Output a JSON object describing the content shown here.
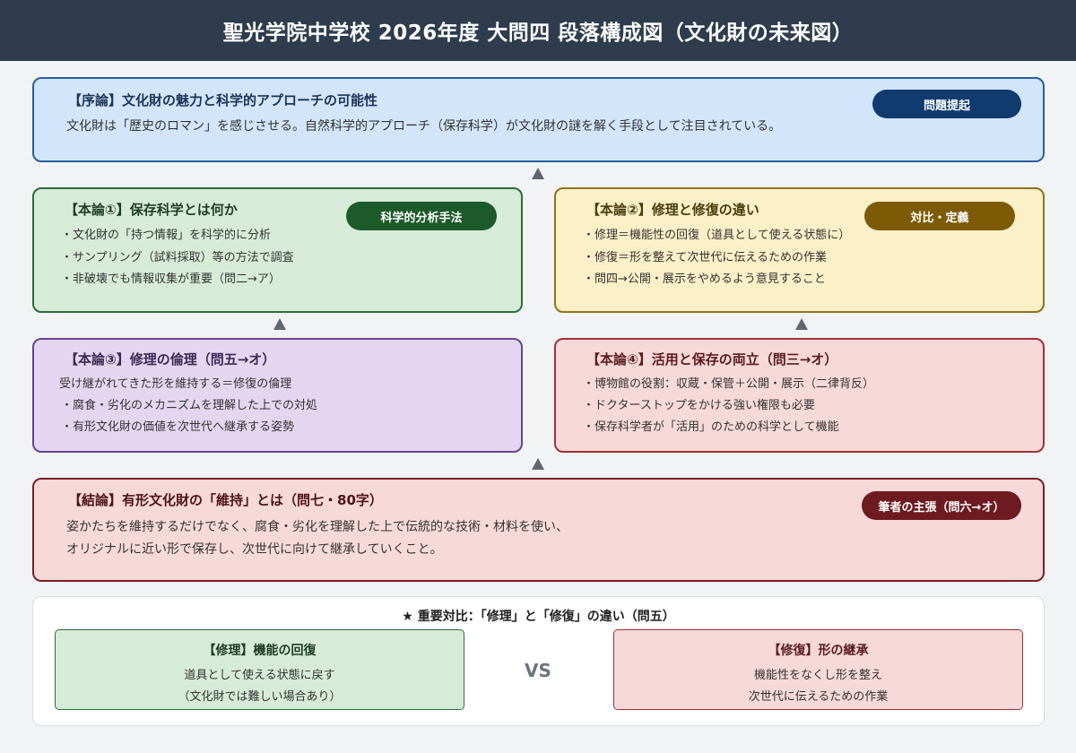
{
  "header": {
    "title": "聖光学院中学校 2026年度 大問四 段落構成図（文化財の未来図）"
  },
  "intro": {
    "title": "【序論】文化財の魅力と科学的アプローチの可能性",
    "text": "文化財は「歴史のロマン」を感じさせる。自然科学的アプローチ（保存科学）が文化財の謎を解く手段として注目されている。",
    "badge": "問題提起"
  },
  "body1": {
    "title": "【本論①】保存科学とは何か",
    "badge": "科学的分析手法",
    "lines": [
      "・文化財の「持つ情報」を科学的に分析",
      "・サンプリング（試料採取）等の方法で調査",
      "・非破壊でも情報収集が重要（問二→ア）"
    ]
  },
  "body2": {
    "title": "【本論②】修理と修復の違い",
    "badge": "対比・定義",
    "lines": [
      "・修理＝機能性の回復（道具として使える状態に）",
      "・修復＝形を整えて次世代に伝えるための作業",
      "・問四→公開・展示をやめるよう意見すること"
    ]
  },
  "body3": {
    "title": "【本論③】修理の倫理（問五→オ）",
    "lines": [
      "受け継がれてきた形を維持する＝修復の倫理",
      "・腐食・劣化のメカニズムを理解した上での対処",
      "・有形文化財の価値を次世代へ継承する姿勢"
    ]
  },
  "body4": {
    "title": "【本論④】活用と保存の両立（問三→オ）",
    "lines": [
      "・博物館の役割：収蔵・保管＋公開・展示（二律背反）",
      "・ドクターストップをかける強い権限も必要",
      "・保存科学者が「活用」のための科学として機能"
    ]
  },
  "conclusion": {
    "title": "【結論】有形文化財の「維持」とは（問七・80字）",
    "badge": "筆者の主張（問六→オ）",
    "lines": [
      "姿かたちを維持するだけでなく、腐食・劣化を理解した上で伝統的な技術・材料を使い、",
      "オリジナルに近い形で保存し、次世代に向けて継承していくこと。"
    ]
  },
  "contrast": {
    "title": "★ 重要対比：「修理」と「修復」の違い（問五）",
    "vs": "VS",
    "left": {
      "title": "【修理】機能の回復",
      "lines": [
        "道具として使える状態に戻す",
        "（文化財では難しい場合あり）"
      ]
    },
    "right": {
      "title": "【修復】形の継承",
      "lines": [
        "機能性をなくし形を整え",
        "次世代に伝えるための作業"
      ]
    }
  }
}
